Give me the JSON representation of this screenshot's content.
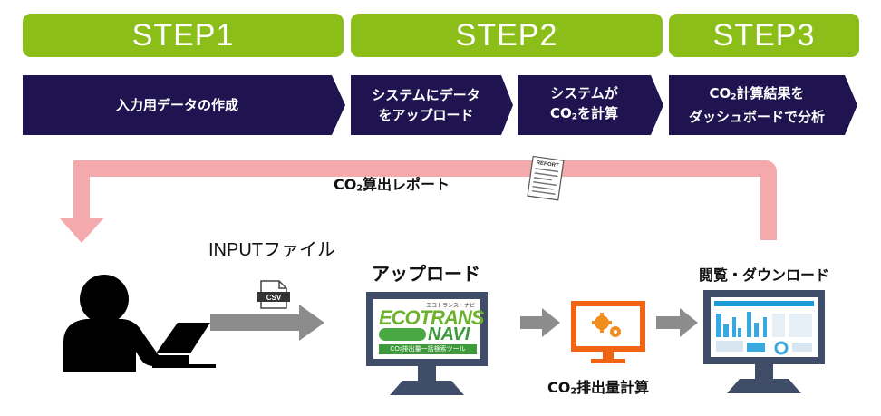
{
  "steps": {
    "step1": "STEP1",
    "step2": "STEP2",
    "step3": "STEP3"
  },
  "phases": [
    {
      "line1": "入力用データの作成"
    },
    {
      "line1": "システムにデータ",
      "line2": "をアップロード"
    },
    {
      "line1": "システムが",
      "line2_prefix": "CO",
      "line2_sub": "2",
      "line2_suffix": "を計算"
    },
    {
      "line1_prefix": "CO",
      "line1_sub": "2",
      "line1_suffix": "計算結果を",
      "line2": "ダッシュボードで分析"
    }
  ],
  "report_loop": {
    "prefix": "CO",
    "sub": "2",
    "suffix": "算出レポート",
    "doc_title": "REPORT"
  },
  "input_label": "INPUTファイル",
  "csv_label": "CSV",
  "upload_label": "アップロード",
  "download_label": "閲覧・ダウンロード",
  "calc_label": {
    "prefix": "CO",
    "sub": "2",
    "suffix": "排出量計算"
  },
  "logo": {
    "eco": "ECO",
    "trans": "TRANS",
    "navi": "NAVI",
    "kana": "エコトランス・ナビ",
    "tagline_prefix": "CO",
    "tagline_sub": "2",
    "tagline_suffix": "排出量一括検索ツール"
  },
  "colors": {
    "step_green": "#8cbe1a",
    "chevron_navy": "#1f1450",
    "loop_pink": "#f4a9ad",
    "arrow_gray": "#8c8c8c",
    "monitor_slate": "#3f4d68",
    "gear_orange": "#f06414"
  }
}
